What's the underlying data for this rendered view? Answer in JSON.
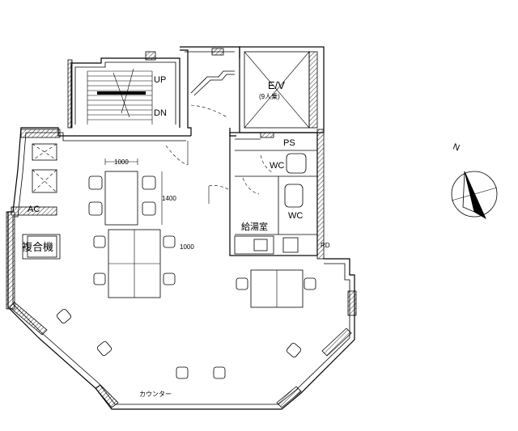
{
  "labels": {
    "stairs_up": "UP",
    "stairs_down": "DN",
    "elevator": "E/V",
    "elevator_sub": "(9人乗)",
    "ps": "PS",
    "wc_1": "WC",
    "wc_2": "WC",
    "kitchenette": "給湯室",
    "copier": "複合機",
    "ac": "AC",
    "rd": "RD",
    "counter": "カウンター",
    "dim_1000_top": "1000",
    "dim_1400": "1400",
    "dim_1000_side": "1000"
  },
  "compass": {
    "north_label": "N",
    "icon": "north-arrow-icon"
  },
  "colors": {
    "line": "#000000",
    "background": "#ffffff"
  }
}
